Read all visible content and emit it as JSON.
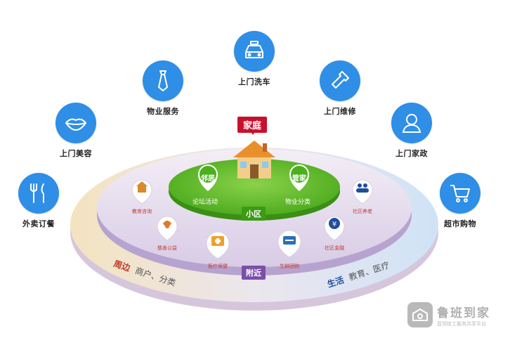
{
  "services": [
    {
      "name": "takeout",
      "label": "外卖订餐",
      "icon": "fork-knife-icon"
    },
    {
      "name": "beauty",
      "label": "上门美容",
      "icon": "lips-icon"
    },
    {
      "name": "property",
      "label": "物业服务",
      "icon": "tie-icon"
    },
    {
      "name": "carwash",
      "label": "上门洗车",
      "icon": "car-icon"
    },
    {
      "name": "repair",
      "label": "上门维修",
      "icon": "wrench-icon"
    },
    {
      "name": "housekeeping",
      "label": "上门家政",
      "icon": "person-icon"
    },
    {
      "name": "supermarket",
      "label": "超市购物",
      "icon": "cart-icon"
    }
  ],
  "center": {
    "home_tag": "家庭",
    "community_tag": "小区",
    "nearby_tag": "附近",
    "neighbor_pin": "邻居",
    "neighbor_text": "论坛活动",
    "steward_pin": "管家",
    "steward_text": "物业分类"
  },
  "mid_ring": [
    {
      "name": "education",
      "label": "教育咨询",
      "icon": "school-icon"
    },
    {
      "name": "charity",
      "label": "慈善公益",
      "icon": "hands-heart-icon"
    },
    {
      "name": "insurance",
      "label": "医疗保健",
      "icon": "medical-box-icon"
    },
    {
      "name": "fresh",
      "label": "生鲜团购",
      "icon": "basket-icon"
    },
    {
      "name": "finance",
      "label": "社区金融",
      "icon": "yen-icon"
    },
    {
      "name": "elderly",
      "label": "社区养老",
      "icon": "people-icon"
    }
  ],
  "outer_ring": {
    "left_title": "周边",
    "left_text": "商户、分类",
    "right_title": "生活",
    "right_text": "教育、医疗"
  },
  "watermark": {
    "title": "鲁班到家",
    "subtitle": "蓝领技工服务共享平台"
  },
  "colors": {
    "service_blue": "#2f8ee6",
    "home_red": "#c8102e",
    "community_green": "#4caf1e",
    "nearby_purple": "#7b4fa8"
  }
}
